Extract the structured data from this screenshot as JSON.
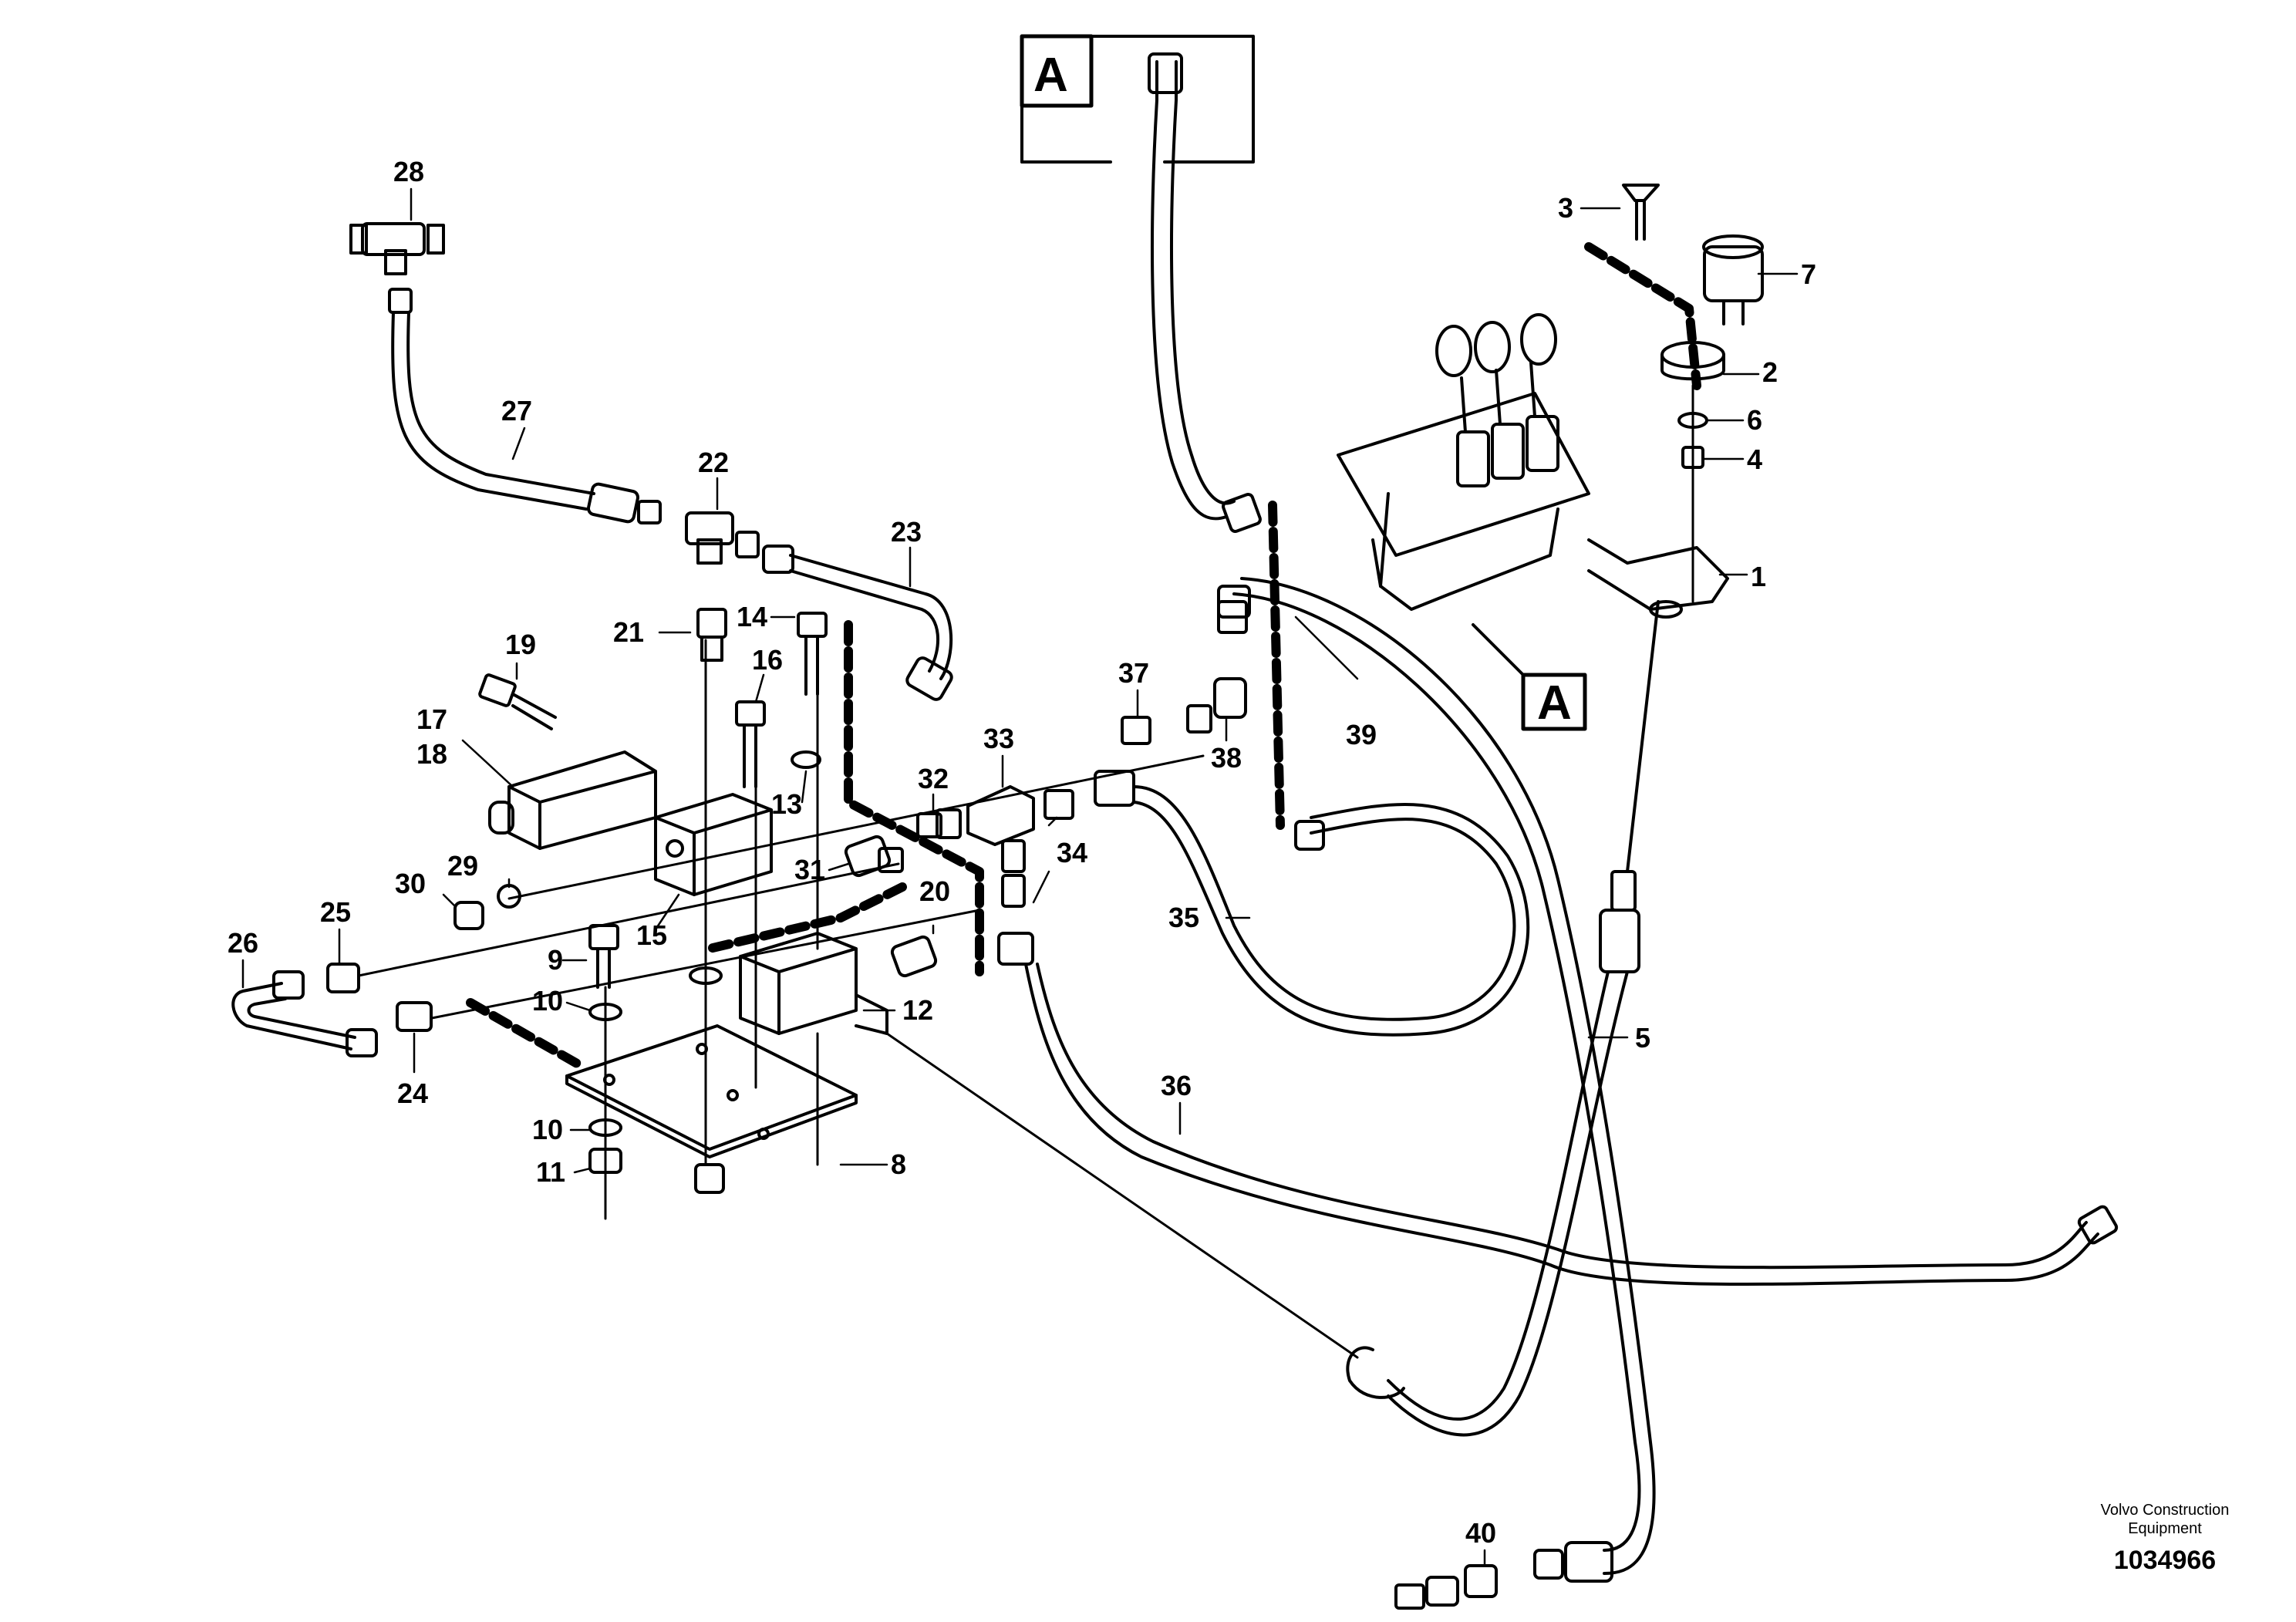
{
  "diagram": {
    "section_box_letter": "A",
    "callouts": [
      "1",
      "2",
      "3",
      "4",
      "5",
      "6",
      "7",
      "8",
      "9",
      "10",
      "10",
      "11",
      "12",
      "13",
      "14",
      "15",
      "16",
      "17",
      "18",
      "19",
      "20",
      "21",
      "22",
      "23",
      "24",
      "25",
      "26",
      "27",
      "28",
      "29",
      "30",
      "31",
      "32",
      "33",
      "34",
      "35",
      "36",
      "37",
      "38",
      "39",
      "40"
    ]
  },
  "footer": {
    "company": "Volvo Construction Equipment",
    "document_number": "1034966"
  }
}
